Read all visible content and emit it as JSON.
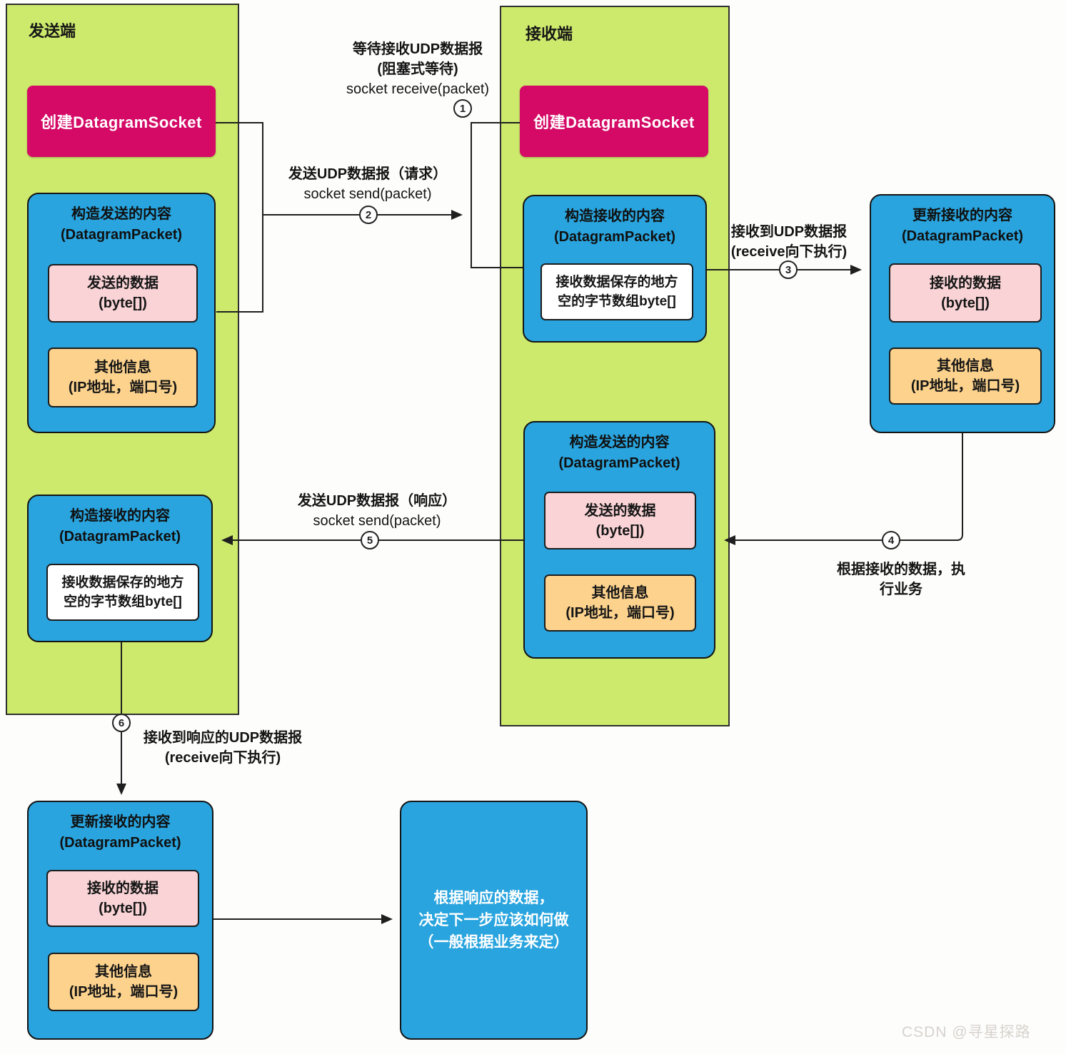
{
  "colors": {
    "panel_green": "#cdea6c",
    "box_magenta": "#d40a66",
    "box_blue": "#29a4de",
    "inner_pink": "#f9d3d6",
    "inner_orange": "#fcd28d",
    "line_black": "#1f1f1f"
  },
  "sender": {
    "title": "发送端",
    "create_socket": "创建DatagramSocket",
    "build_send": {
      "title": "构造发送的内容",
      "subtitle": "(DatagramPacket)",
      "data_line1": "发送的数据",
      "data_line2": "(byte[])",
      "other_line1": "其他信息",
      "other_line2": "(IP地址，端口号)"
    },
    "build_recv": {
      "title": "构造接收的内容",
      "subtitle": "(DatagramPacket)",
      "buffer_line1": "接收数据保存的地方",
      "buffer_line2": "空的字节数组byte[]"
    },
    "update_recv": {
      "title": "更新接收的内容",
      "subtitle": "(DatagramPacket)",
      "data_line1": "接收的数据",
      "data_line2": "(byte[])",
      "other_line1": "其他信息",
      "other_line2": "(IP地址，端口号)"
    }
  },
  "receiver": {
    "title": "接收端",
    "create_socket": "创建DatagramSocket",
    "build_recv": {
      "title": "构造接收的内容",
      "subtitle": "(DatagramPacket)",
      "buffer_line1": "接收数据保存的地方",
      "buffer_line2": "空的字节数组byte[]"
    },
    "build_send": {
      "title": "构造发送的内容",
      "subtitle": "(DatagramPacket)",
      "data_line1": "发送的数据",
      "data_line2": "(byte[])",
      "other_line1": "其他信息",
      "other_line2": "(IP地址，端口号)"
    },
    "update_recv": {
      "title": "更新接收的内容",
      "subtitle": "(DatagramPacket)",
      "data_line1": "接收的数据",
      "data_line2": "(byte[])",
      "other_line1": "其他信息",
      "other_line2": "(IP地址，端口号)"
    }
  },
  "decide_box": {
    "line1": "根据响应的数据，",
    "line2": "决定下一步应该如何做",
    "line3": "（一般根据业务来定）"
  },
  "arrows": {
    "wait_receive": {
      "step": "1",
      "line1": "等待接收UDP数据报",
      "line2": "(阻塞式等待)",
      "line3": "socket receive(packet)"
    },
    "send_request": {
      "step": "2",
      "line1": "发送UDP数据报（请求）",
      "line2": "socket send(packet)"
    },
    "receive_datagram": {
      "step": "3",
      "line1": "接收到UDP数据报",
      "line2": "(receive向下执行)"
    },
    "execute_business": {
      "step": "4",
      "line1": "根据接收的数据，执",
      "line2": "行业务"
    },
    "send_response": {
      "step": "5",
      "line1": "发送UDP数据报（响应）",
      "line2": "socket send(packet)"
    },
    "receive_response": {
      "step": "6",
      "line1": "接收到响应的UDP数据报",
      "line2": "(receive向下执行)"
    }
  },
  "watermark": "CSDN @寻星探路"
}
